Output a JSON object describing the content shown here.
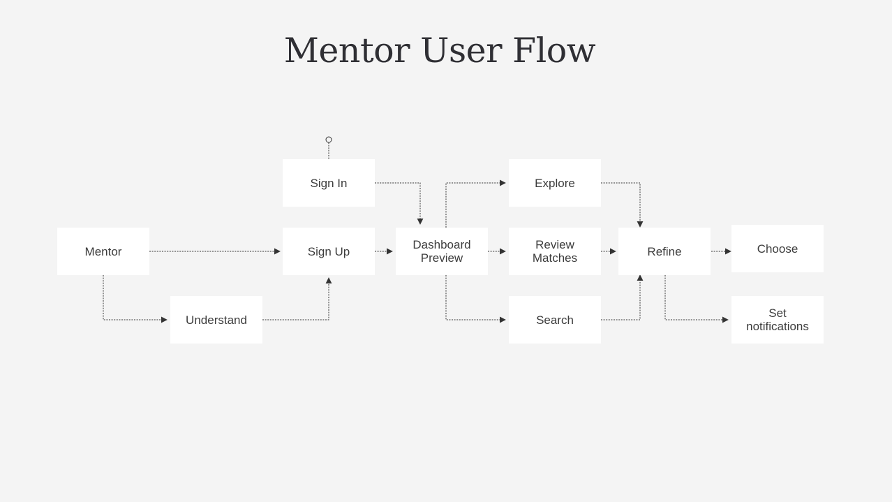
{
  "title": "Mentor User Flow",
  "nodes": {
    "mentor": "Mentor",
    "understand": "Understand",
    "sign_in": "Sign In",
    "sign_up": "Sign Up",
    "dashboard_preview": "Dashboard\nPreview",
    "explore": "Explore",
    "review_matches": "Review\nMatches",
    "search": "Search",
    "refine": "Refine",
    "choose": "Choose",
    "set_notifications": "Set\nnotifications"
  },
  "edges": [
    {
      "from": "start",
      "to": "sign_in"
    },
    {
      "from": "mentor",
      "to": "sign_up"
    },
    {
      "from": "mentor",
      "to": "understand"
    },
    {
      "from": "understand",
      "to": "sign_up"
    },
    {
      "from": "sign_in",
      "to": "dashboard_preview"
    },
    {
      "from": "sign_up",
      "to": "dashboard_preview"
    },
    {
      "from": "dashboard_preview",
      "to": "explore"
    },
    {
      "from": "dashboard_preview",
      "to": "review_matches"
    },
    {
      "from": "dashboard_preview",
      "to": "search"
    },
    {
      "from": "explore",
      "to": "refine"
    },
    {
      "from": "review_matches",
      "to": "refine"
    },
    {
      "from": "search",
      "to": "refine"
    },
    {
      "from": "refine",
      "to": "choose"
    },
    {
      "from": "refine",
      "to": "set_notifications"
    }
  ],
  "colors": {
    "background": "#f4f4f4",
    "node_fill": "#ffffff",
    "connector": "#333333",
    "text": "#3c3c3c"
  }
}
